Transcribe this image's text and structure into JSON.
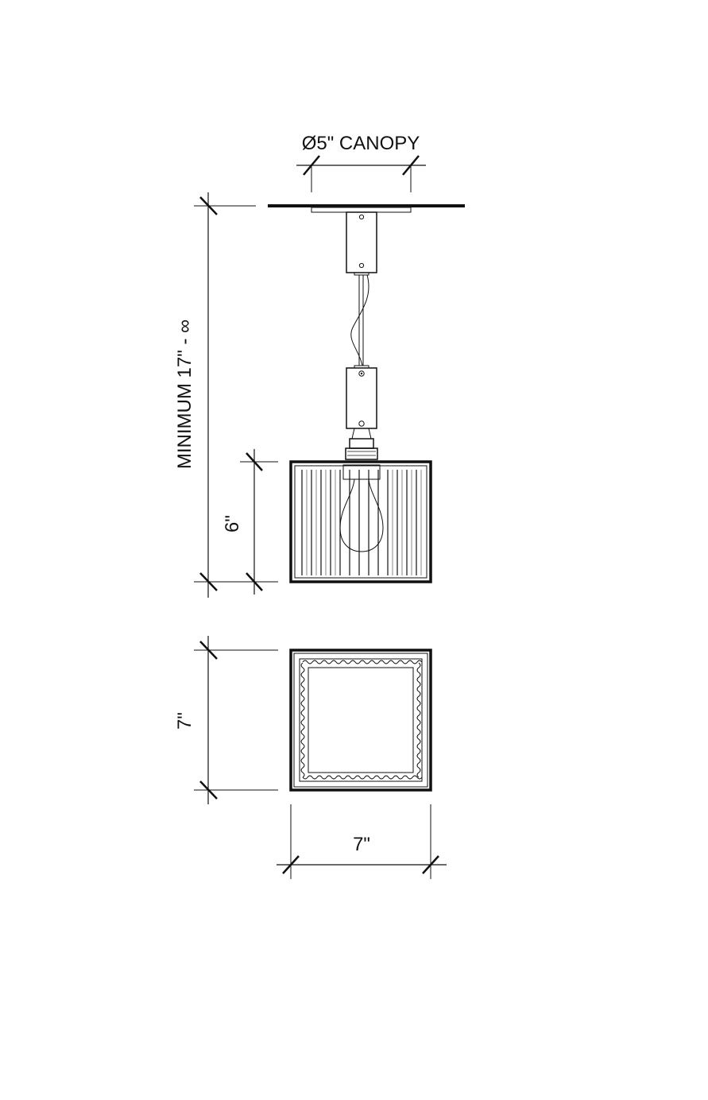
{
  "labels": {
    "canopy": "Ø5\" CANOPY",
    "overall_height": "MINIMUM 17\" - ∞",
    "shade_height": "6\"",
    "plan_depth": "7\"",
    "plan_width": "7\""
  },
  "colors": {
    "line": "#111111",
    "background": "#ffffff"
  }
}
